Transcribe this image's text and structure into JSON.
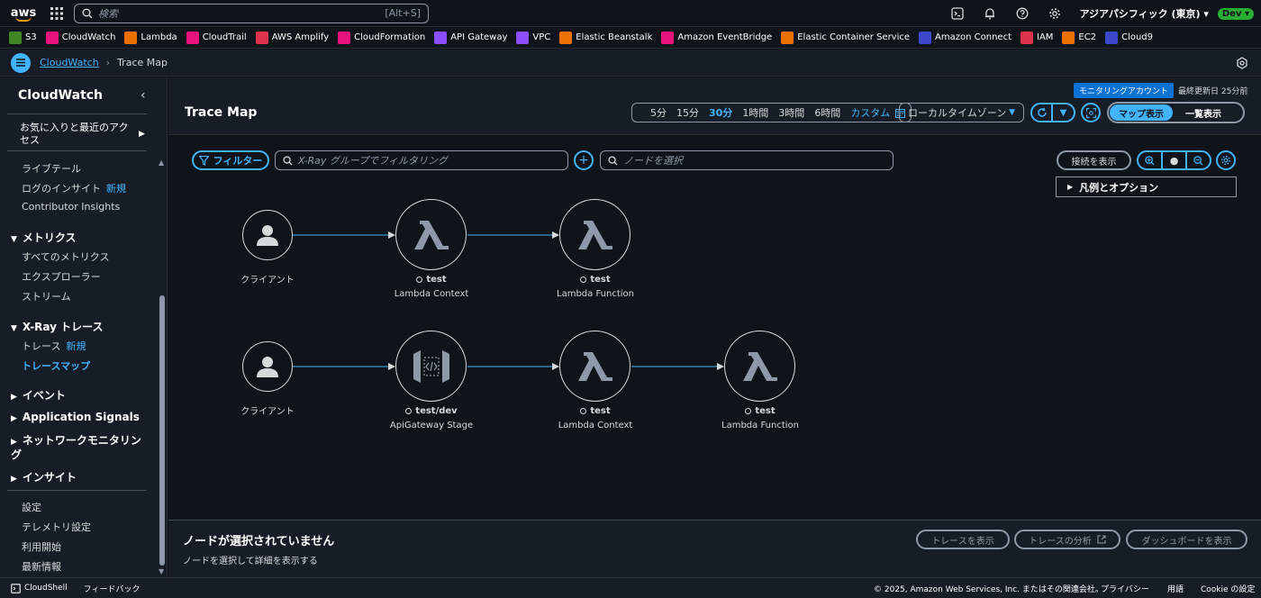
{
  "topbar": {
    "logo": "aws",
    "search_placeholder": "検索",
    "search_shortcut": "[Alt+S]",
    "region": "アジアパシフィック (東京)",
    "env_badge": "Dev"
  },
  "favorites": [
    {
      "label": "S3",
      "color": "#3f8624",
      "icon": "s3-icon"
    },
    {
      "label": "CloudWatch",
      "color": "#e7157b",
      "icon": "cloudwatch-icon"
    },
    {
      "label": "Lambda",
      "color": "#ed7100",
      "icon": "lambda-icon"
    },
    {
      "label": "CloudTrail",
      "color": "#e7157b",
      "icon": "cloudtrail-icon"
    },
    {
      "label": "AWS Amplify",
      "color": "#dd344c",
      "icon": "amplify-icon"
    },
    {
      "label": "CloudFormation",
      "color": "#e7157b",
      "icon": "cloudformation-icon"
    },
    {
      "label": "API Gateway",
      "color": "#8c4fff",
      "icon": "apigateway-icon"
    },
    {
      "label": "VPC",
      "color": "#8c4fff",
      "icon": "vpc-icon"
    },
    {
      "label": "Elastic Beanstalk",
      "color": "#ed7100",
      "icon": "beanstalk-icon"
    },
    {
      "label": "Amazon EventBridge",
      "color": "#e7157b",
      "icon": "eventbridge-icon"
    },
    {
      "label": "Elastic Container Service",
      "color": "#ed7100",
      "icon": "ecs-icon"
    },
    {
      "label": "Amazon Connect",
      "color": "#3b48cc",
      "icon": "connect-icon"
    },
    {
      "label": "IAM",
      "color": "#dd344c",
      "icon": "iam-icon"
    },
    {
      "label": "EC2",
      "color": "#ed7100",
      "icon": "ec2-icon"
    },
    {
      "label": "Cloud9",
      "color": "#3b48cc",
      "icon": "cloud9-icon"
    }
  ],
  "breadcrumb": {
    "parent": "CloudWatch",
    "current": "Trace Map"
  },
  "sidebar": {
    "title": "CloudWatch",
    "favorites_label": "お気に入りと最近のアクセス",
    "new_badge": "新規",
    "items": {
      "livetail": "ライブテール",
      "log_insights": "ログのインサイト",
      "contributor": "Contributor Insights",
      "metrics": "メトリクス",
      "all_metrics": "すべてのメトリクス",
      "explorer": "エクスプローラー",
      "stream": "ストリーム",
      "xray": "X-Ray トレース",
      "traces": "トレース",
      "tracemap": "トレースマップ",
      "events": "イベント",
      "app_signals": "Application Signals",
      "network": "ネットワークモニタリング",
      "insights": "インサイト",
      "settings": "設定",
      "telemetry": "テレメトリ設定",
      "getting_started": "利用開始",
      "whats_new": "最新情報"
    }
  },
  "header": {
    "title": "Trace Map",
    "account_badge": "モニタリングアカウント",
    "last_updated": "最終更新日 25分前",
    "time_ranges": [
      "5分",
      "15分",
      "30分",
      "1時間",
      "3時間",
      "6時間"
    ],
    "time_selected": "30分",
    "custom": "カスタム",
    "timezone": "ローカルタイムゾーン",
    "view_map": "マップ表示",
    "view_list": "一覧表示"
  },
  "toolbar": {
    "filter": "フィルター",
    "group_placeholder": "X-Ray グループでフィルタリング",
    "node_placeholder": "ノードを選択",
    "show_connections": "接続を表示",
    "legend": "凡例とオプション"
  },
  "map": {
    "row1": {
      "client": "クライアント",
      "n1_name": "test",
      "n1_type": "Lambda Context",
      "n2_name": "test",
      "n2_type": "Lambda Function"
    },
    "row2": {
      "client": "クライアント",
      "n1_name": "test/dev",
      "n1_type": "ApiGateway Stage",
      "n2_name": "test",
      "n2_type": "Lambda Context",
      "n3_name": "test",
      "n3_type": "Lambda Function"
    }
  },
  "bottom": {
    "title": "ノードが選択されていません",
    "desc": "ノードを選択して詳細を表示する",
    "btn_traces": "トレースを表示",
    "btn_analysis": "トレースの分析",
    "btn_dashboard": "ダッシュボードを表示"
  },
  "footer": {
    "cloudshell": "CloudShell",
    "feedback": "フィードバック",
    "copyright": "© 2025, Amazon Web Services, Inc. またはその関連会社。",
    "privacy": "プライバシー",
    "terms": "用語",
    "cookie": "Cookie の設定"
  }
}
